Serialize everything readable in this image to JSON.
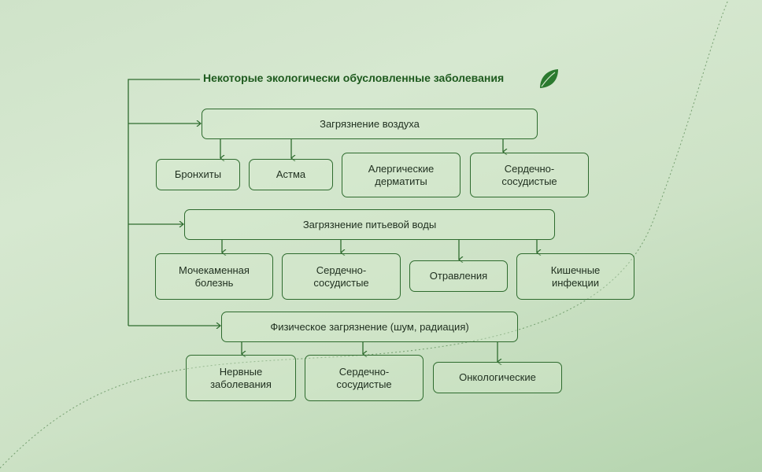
{
  "title": "Некоторые экологически обусловленные заболевания",
  "icons": {
    "leaf": "leaf-icon"
  },
  "colors": {
    "stroke": "#2e6b2e",
    "title": "#1e5a1e",
    "leaf": "#2b7a2f"
  },
  "categories": [
    {
      "label": "Загрязнение воздуха",
      "items": [
        {
          "lines": [
            "Бронхиты"
          ]
        },
        {
          "lines": [
            "Астма"
          ]
        },
        {
          "lines": [
            "Алергические",
            "дерматиты"
          ]
        },
        {
          "lines": [
            "Сердечно-",
            "сосудистые"
          ]
        }
      ]
    },
    {
      "label": "Загрязнение питьевой воды",
      "items": [
        {
          "lines": [
            "Мочекаменная",
            "болезнь"
          ]
        },
        {
          "lines": [
            "Сердечно-",
            "сосудистые"
          ]
        },
        {
          "lines": [
            "Отравления"
          ]
        },
        {
          "lines": [
            "Кишечные",
            "инфекции"
          ]
        }
      ]
    },
    {
      "label": "Физическое загрязнение (шум, радиация)",
      "items": [
        {
          "lines": [
            "Нервные",
            "заболевания"
          ]
        },
        {
          "lines": [
            "Сердечно-",
            "сосудистые"
          ]
        },
        {
          "lines": [
            "Онкологические"
          ]
        }
      ]
    }
  ]
}
